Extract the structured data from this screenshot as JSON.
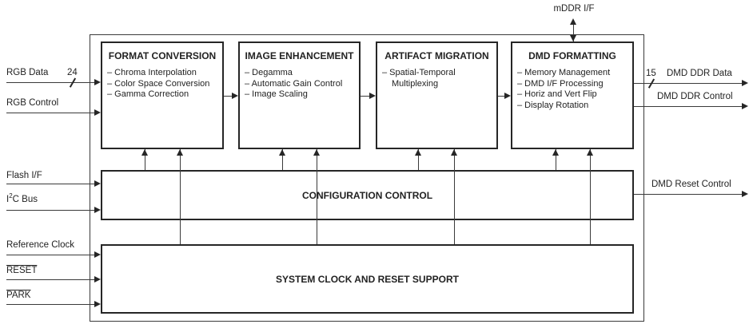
{
  "diagram": {
    "blocks": [
      {
        "title": "FORMAT CONVERSION",
        "bullets": [
          "– Chroma Interpolation",
          "– Color Space Conversion",
          "– Gamma Correction"
        ]
      },
      {
        "title": "IMAGE ENHANCEMENT",
        "bullets": [
          "– Degamma",
          "– Automatic Gain Control",
          "– Image Scaling"
        ]
      },
      {
        "title": "ARTIFACT MIGRATION",
        "bullets": [
          "– Spatial-Temporal",
          "Multiplexing"
        ]
      },
      {
        "title": "DMD FORMATTING",
        "bullets": [
          "– Memory Management",
          "– DMD I/F Processing",
          "– Horiz and Vert Flip",
          "– Display Rotation"
        ]
      }
    ],
    "wide_blocks": [
      {
        "title": "CONFIGURATION CONTROL"
      },
      {
        "title": "SYSTEM CLOCK AND RESET SUPPORT"
      }
    ],
    "inputs": {
      "rgb_data": {
        "label": "RGB Data",
        "bus_width": "24"
      },
      "rgb_control": {
        "label": "RGB Control"
      },
      "flash": {
        "label": "Flash I/F"
      },
      "i2c": {
        "pre": "I",
        "sup": "2",
        "post": "C Bus"
      },
      "ref_clock": {
        "label": "Reference Clock"
      },
      "reset": {
        "label": "RESET"
      },
      "park": {
        "label": "PARK"
      }
    },
    "outputs": {
      "mddr": {
        "label": "mDDR I/F"
      },
      "dmd_ddr_data": {
        "label": "DMD DDR Data",
        "bus_width": "15"
      },
      "dmd_ddr_control": {
        "label": "DMD DDR Control"
      },
      "dmd_reset_control": {
        "label": "DMD Reset Control"
      }
    },
    "colors": {
      "line": "#3a3a3a",
      "block_border": "#262626",
      "text": "#222222",
      "background": "#ffffff"
    }
  }
}
